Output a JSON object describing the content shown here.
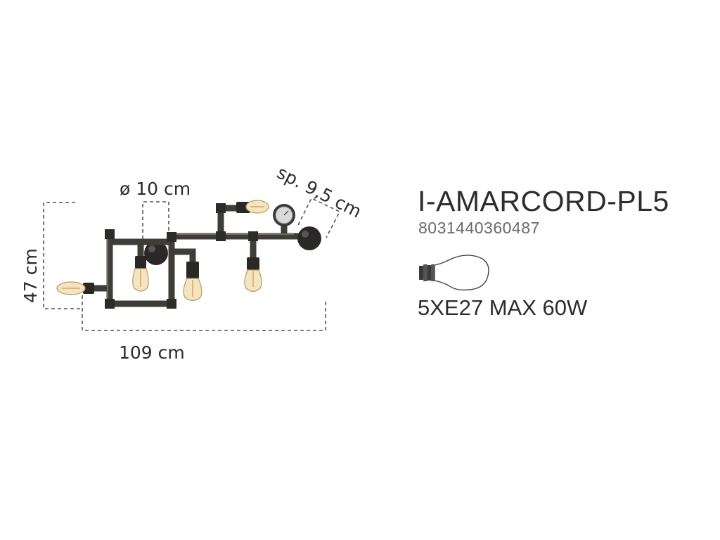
{
  "dimensions": {
    "diameter": "ø 10 cm",
    "depth": "sp. 9,5 cm",
    "height": "47 cm",
    "width": "109 cm"
  },
  "product": {
    "name": "I-AMARCORD-PL5",
    "code": "8031440360487",
    "bulb_spec": "5XE27 MAX 60W",
    "bulb_icon": "light-bulb-icon"
  },
  "colors": {
    "pipe": "#3f3d38",
    "bulb_glass": "#f3e4c2",
    "text": "#2d2d2d",
    "code_text": "#6a6a6a"
  }
}
